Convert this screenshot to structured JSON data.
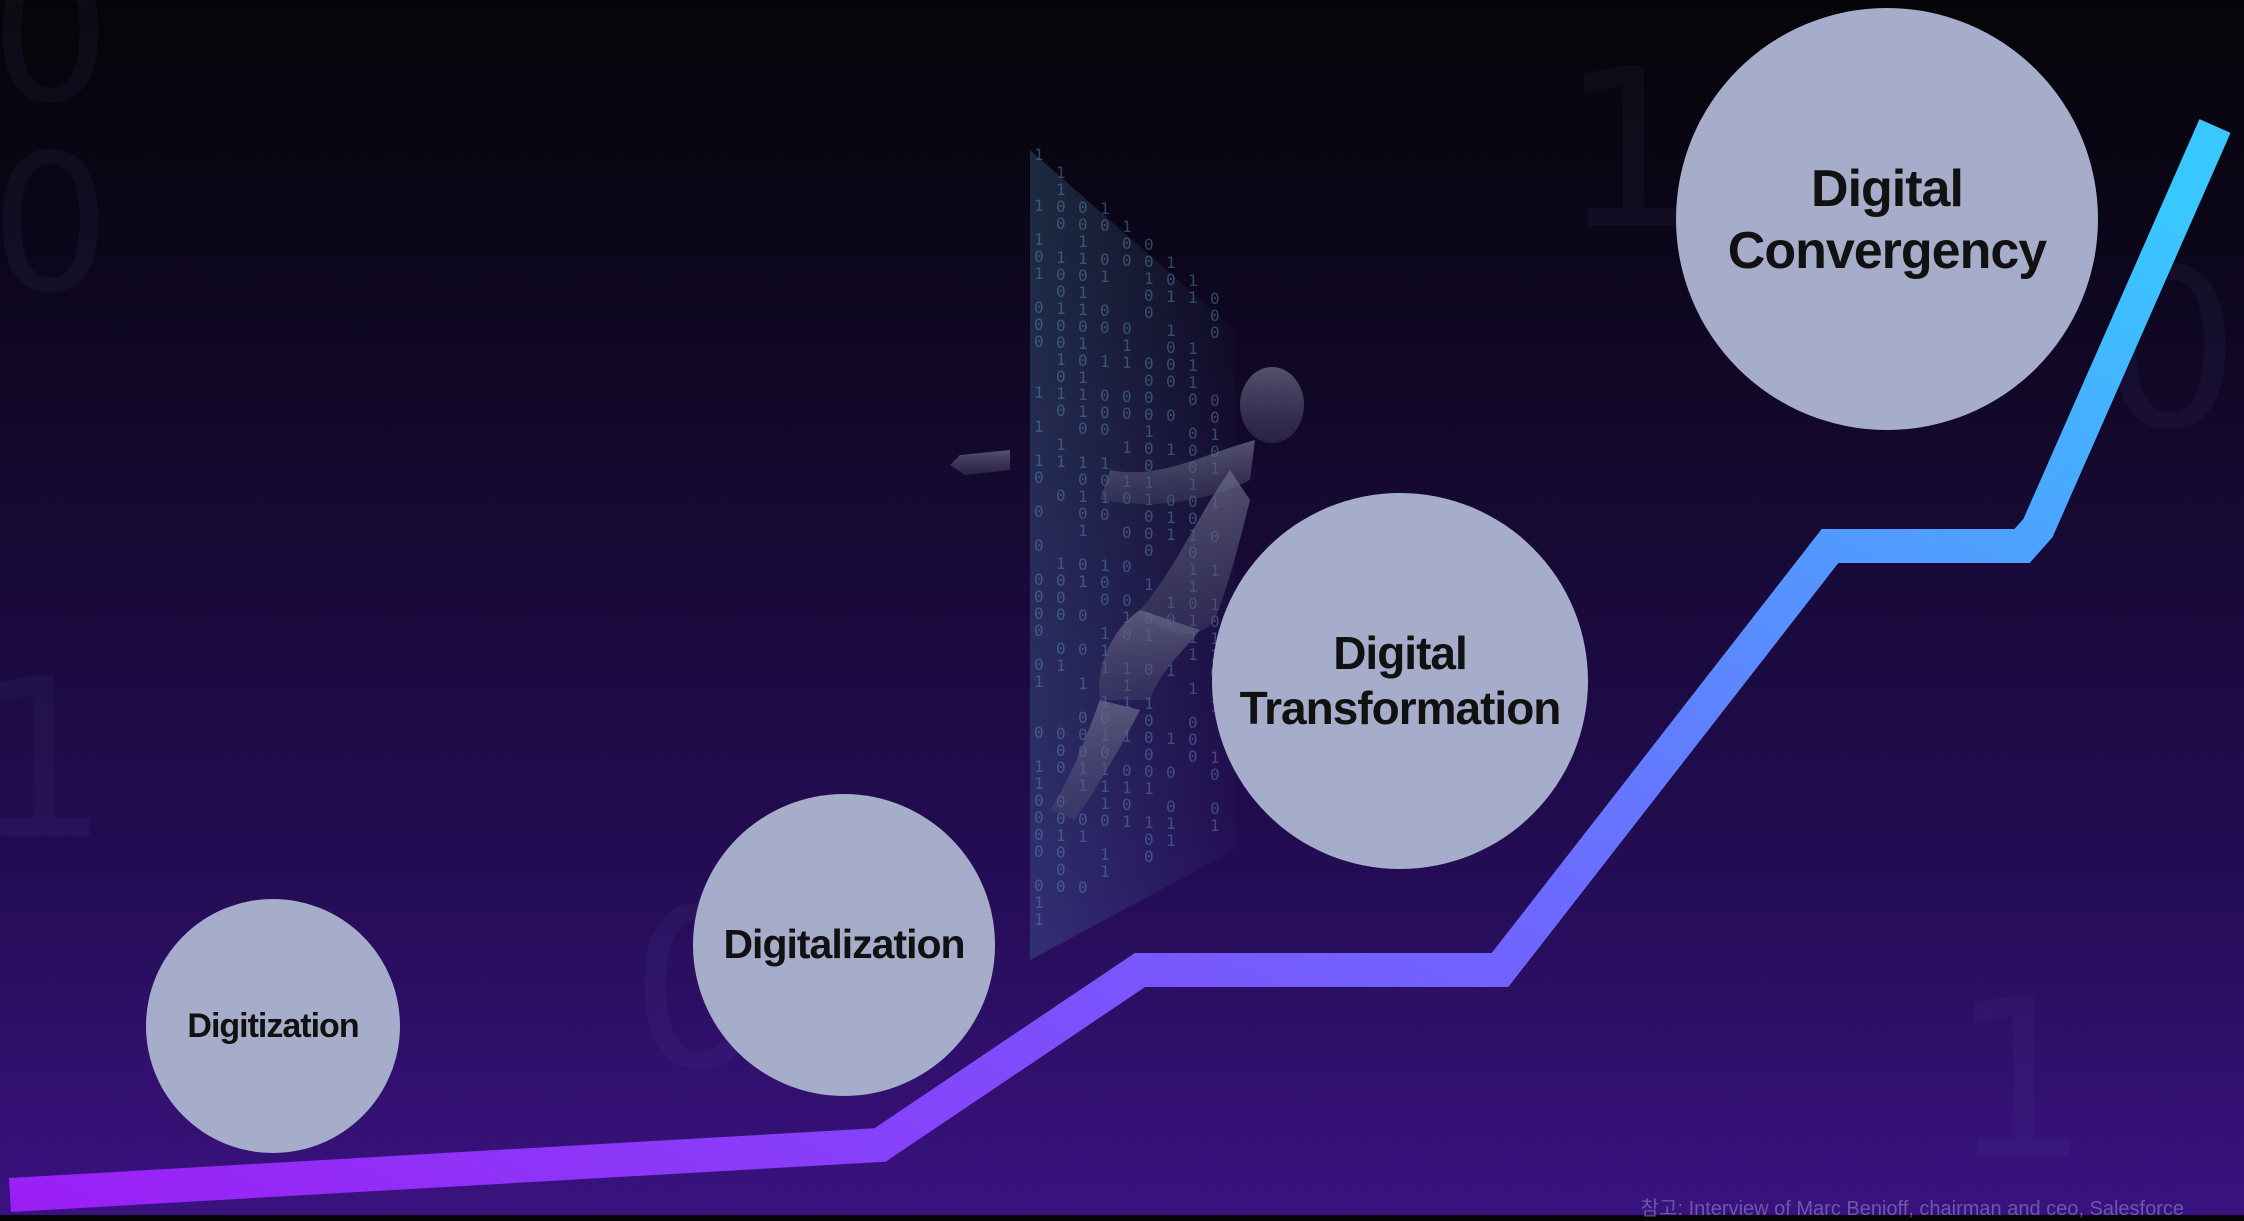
{
  "stages": [
    {
      "id": "digitization",
      "label": "Digitization"
    },
    {
      "id": "digitalization",
      "label": "Digitalization"
    },
    {
      "id": "digital-transformation",
      "label": "Digital\nTransformation"
    },
    {
      "id": "digital-convergency",
      "label": "Digital\nConvergency"
    }
  ],
  "footnote": "참고: Interview of Marc Benioff, chairman and ceo, Salesforce",
  "colors": {
    "circle_fill": "#a6adca",
    "line_start": "#9b1ff5",
    "line_mid": "#6b6cff",
    "line_end": "#38c8ff"
  },
  "background_digits": [
    "0",
    "0",
    "1",
    "1",
    "0",
    "0",
    "1"
  ],
  "illustration": "binary-code-wall-with-emerging-figure"
}
